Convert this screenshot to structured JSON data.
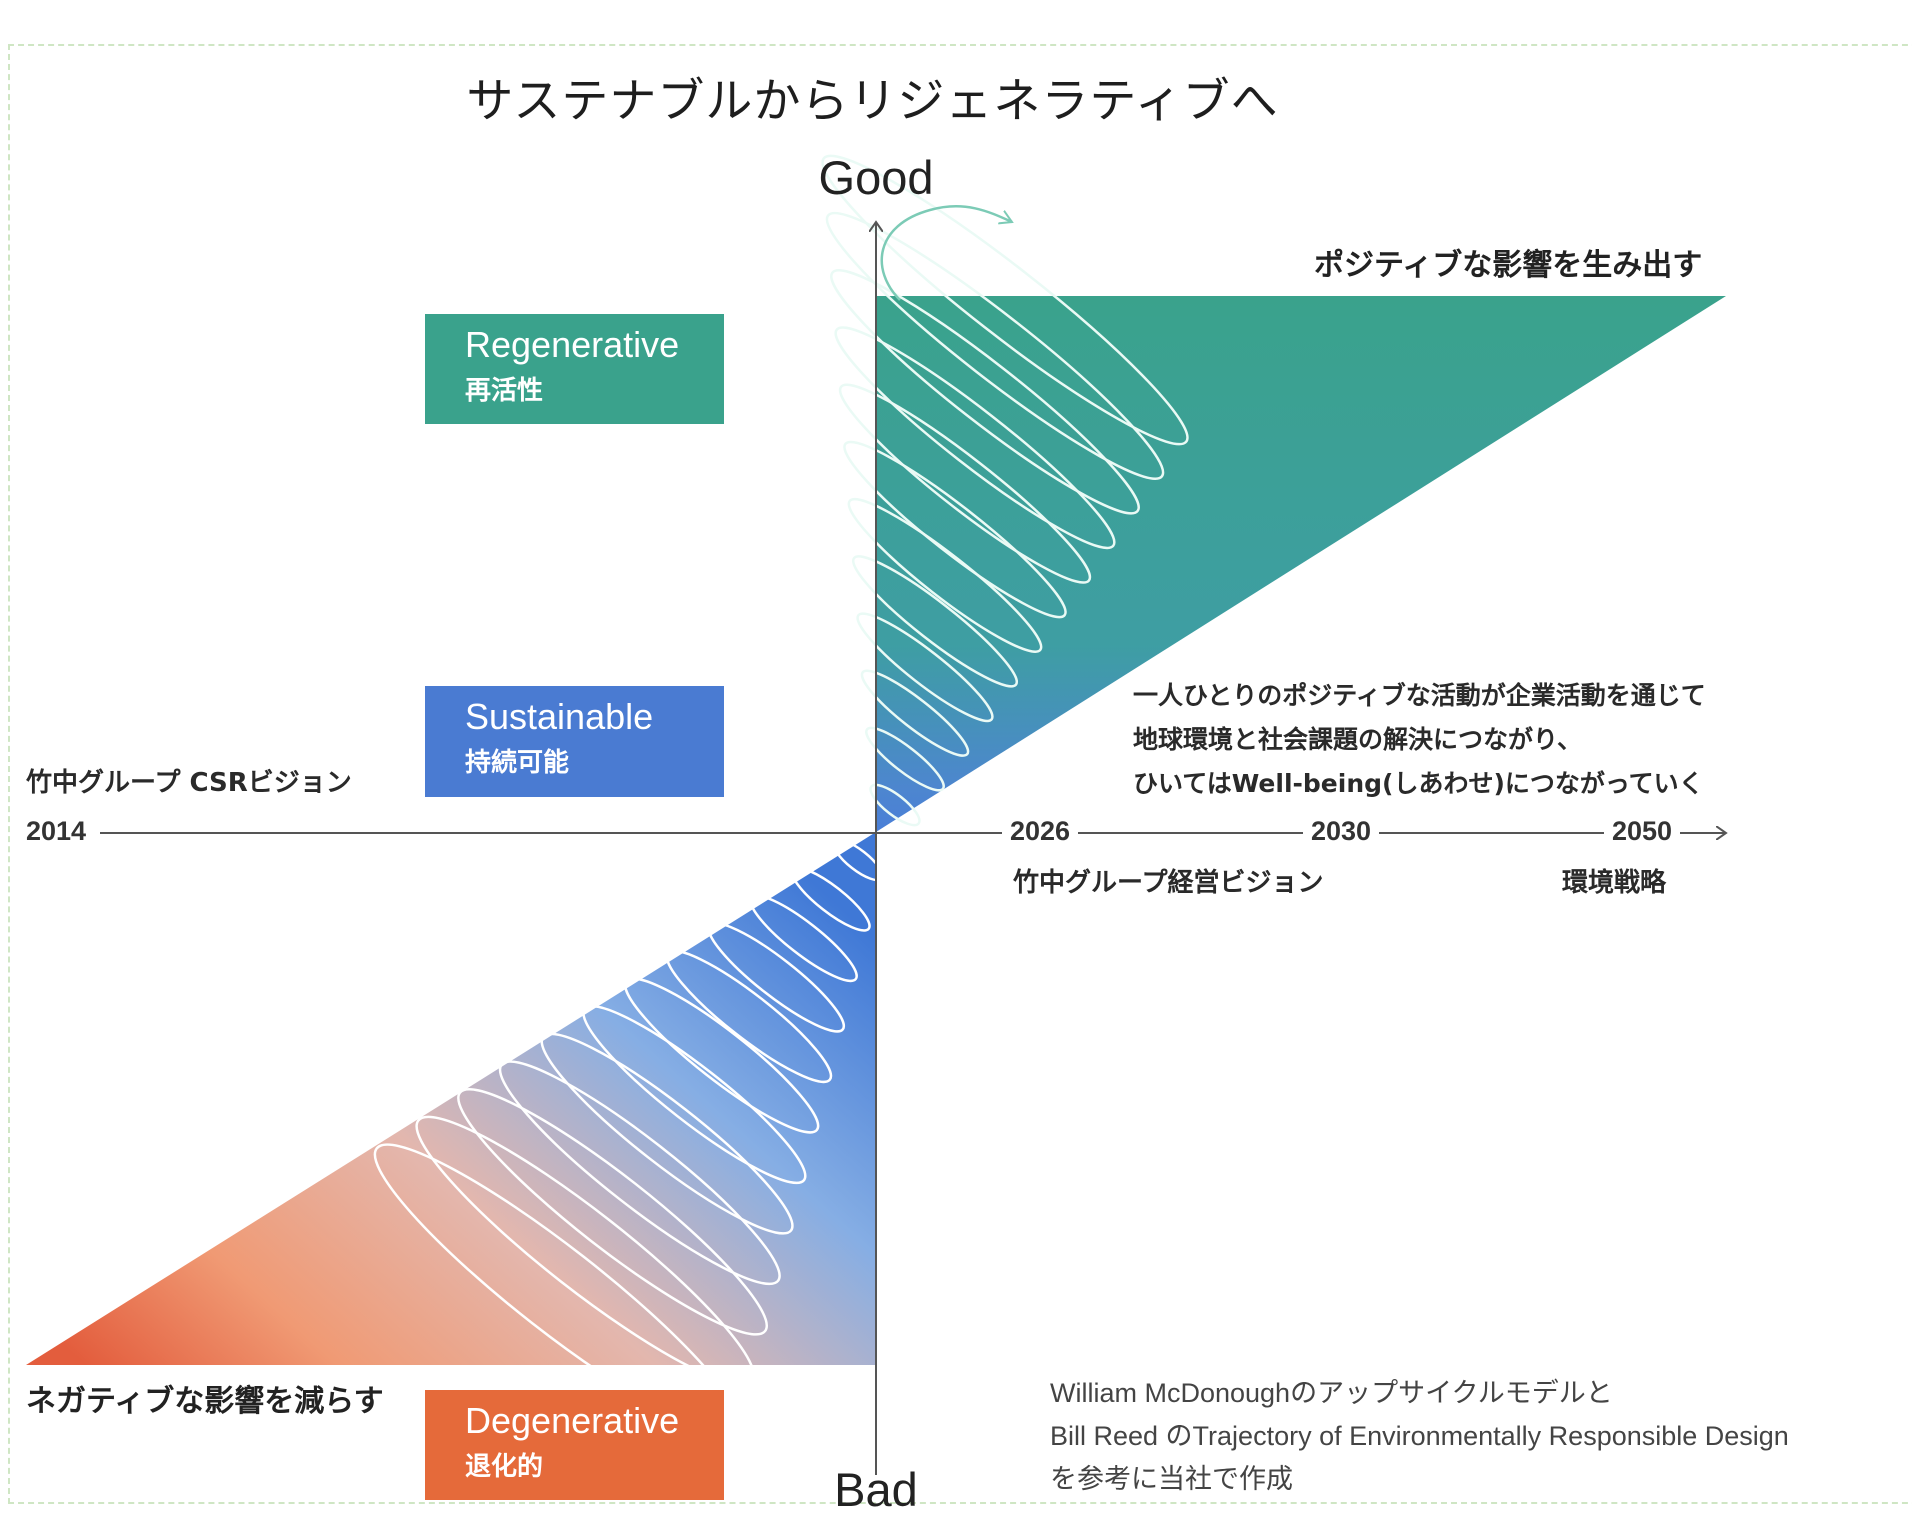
{
  "title": "サステナブルからリジェネラティブへ",
  "axis": {
    "top": "Good",
    "bottom": "Bad"
  },
  "impacts": {
    "positive": "ポジティブな影響を生み出す",
    "negative": "ネガティブな影響を減らす"
  },
  "levels": {
    "regenerative": {
      "en": "Regenerative",
      "ja": "再活性"
    },
    "sustainable": {
      "en": "Sustainable",
      "ja": "持続可能"
    },
    "degenerative": {
      "en": "Degenerative",
      "ja": "退化的"
    }
  },
  "timeline": {
    "csr_vision": "竹中グループ CSRビジョン",
    "y2014": "2014",
    "y2026": "2026",
    "y2030": "2030",
    "y2050": "2050",
    "management_vision": "竹中グループ経営ビジョン",
    "environment_strategy": "環境戦略"
  },
  "description": [
    "一人ひとりのポジティブな活動が企業活動を通じて",
    "地球環境と社会課題の解決につながり、",
    "ひいてはWell-being(しあわせ)につながっていく"
  ],
  "credit": [
    "William McDonoughのアップサイクルモデルと",
    "Bill Reed のTrajectory of Environmentally Responsible Design",
    "を参考に当社で作成"
  ],
  "colors": {
    "teal": "#3aa28c",
    "blue": "#4a7bd2",
    "orange": "#e56a3a",
    "spiral": "#9fdccb"
  }
}
